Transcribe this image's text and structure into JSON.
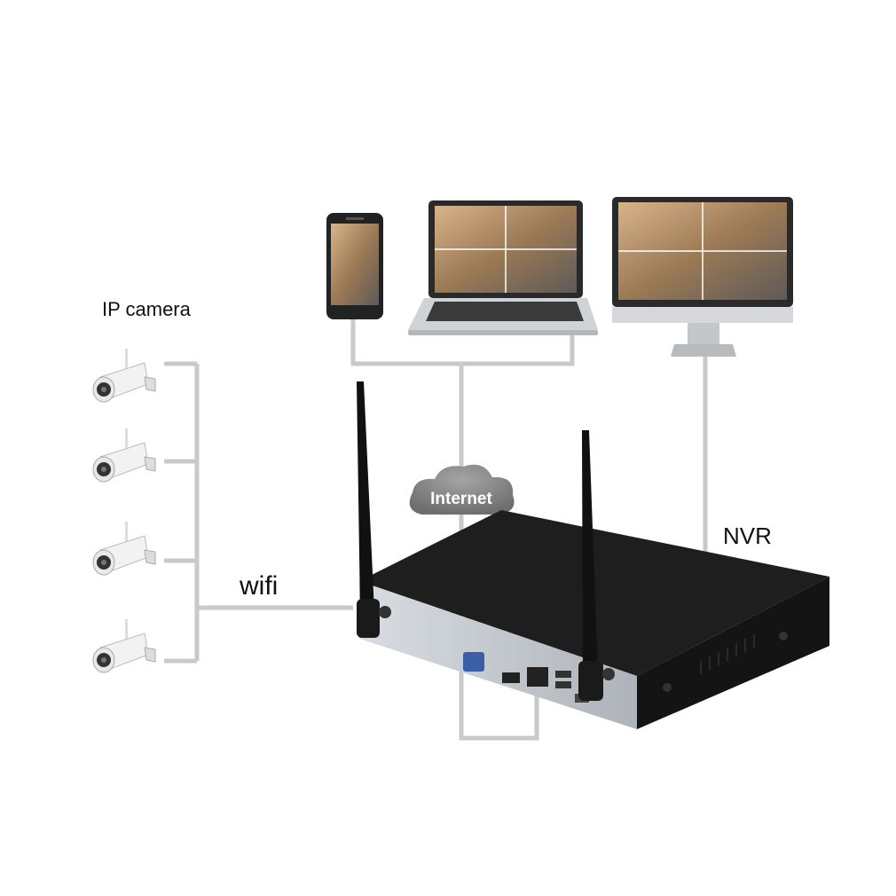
{
  "labels": {
    "ip_camera": "IP camera",
    "wifi": "wifi",
    "internet": "Internet",
    "nvr": "NVR"
  },
  "colors": {
    "connector": "#c9c9c9",
    "nvr_body": "#1c1c1c",
    "nvr_front": "#c7cbd0",
    "device_frame": "#2a2a2a",
    "cloud": "#8a8a8a",
    "screen": "#b89468"
  }
}
